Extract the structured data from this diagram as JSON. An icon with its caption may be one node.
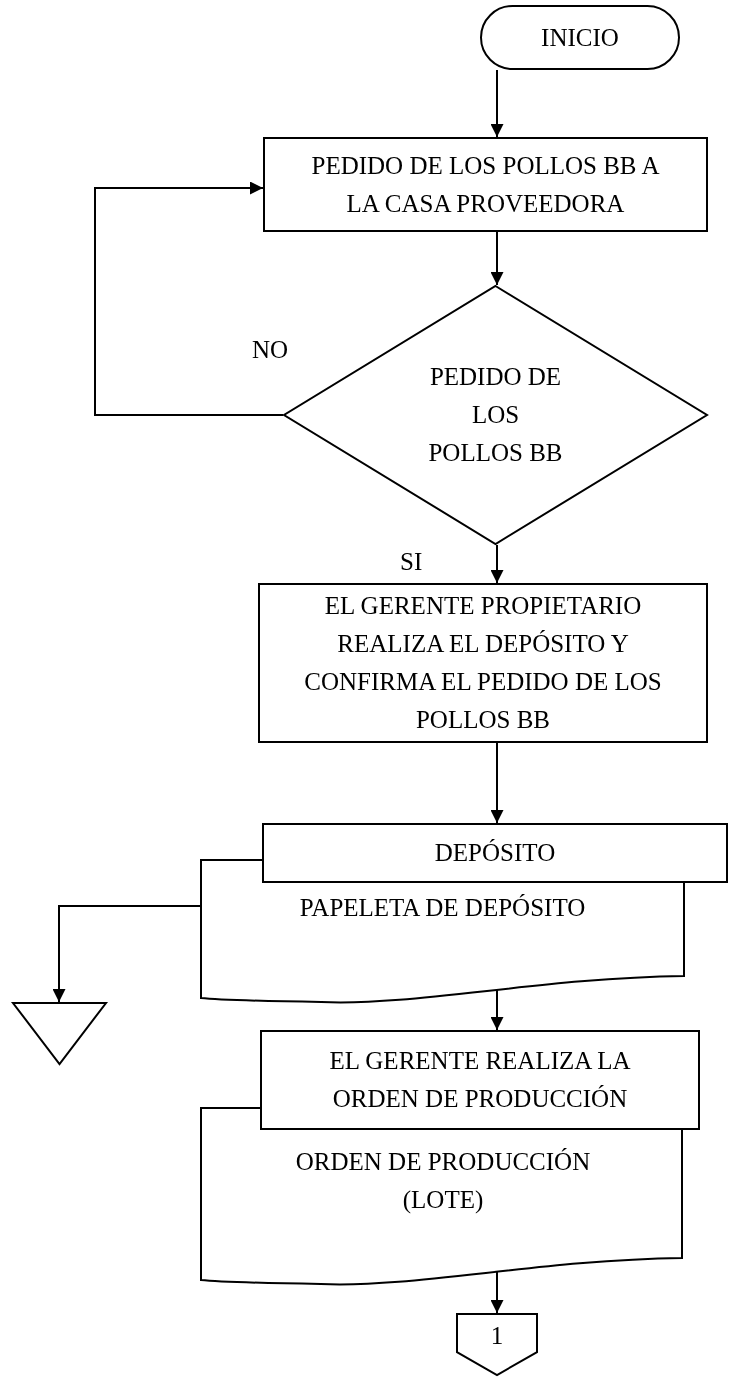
{
  "diagram": {
    "nodes": [
      {
        "text": [
          "INICIO"
        ]
      },
      {
        "text": [
          "PEDIDO DE LOS POLLOS BB A LA CASA PROVEEDORA"
        ]
      },
      {
        "text": [
          "PEDIDO DE LOS POLLOS BB"
        ]
      },
      {
        "text": [
          "EL GERENTE PROPIETARIO REALIZA EL DEPÓSITO Y CONFIRMA EL PEDIDO DE LOS POLLOS BB"
        ]
      },
      {
        "text": [
          "DEPÓSITO"
        ]
      },
      {
        "text": [
          "PAPELETA DE DEPÓSITO"
        ]
      },
      {
        "text": [],
        "shape": "triangle"
      },
      {
        "text": [
          "EL GERENTE REALIZA LA ORDEN DE PRODUCCIÓN"
        ]
      },
      {
        "text": [
          "ORDEN DE PRODUCCIÓN (LOTE)"
        ]
      },
      {
        "text": [
          "1"
        ]
      }
    ],
    "edges": [
      {
        "from": 0,
        "to": 1,
        "arrow": "to"
      },
      {
        "from": 1,
        "to": 2,
        "arrow": "to"
      },
      {
        "from": 2,
        "to": 1,
        "arrow": "to",
        "label": "NO"
      },
      {
        "from": 2,
        "to": 3,
        "arrow": "to",
        "label": "SI"
      },
      {
        "from": 3,
        "to": 4,
        "arrow": "to"
      },
      {
        "from": 5,
        "to": 6,
        "arrow": "to"
      },
      {
        "from": 5,
        "to": 7,
        "arrow": "to"
      },
      {
        "from": 8,
        "to": 9,
        "arrow": "to"
      }
    ]
  }
}
